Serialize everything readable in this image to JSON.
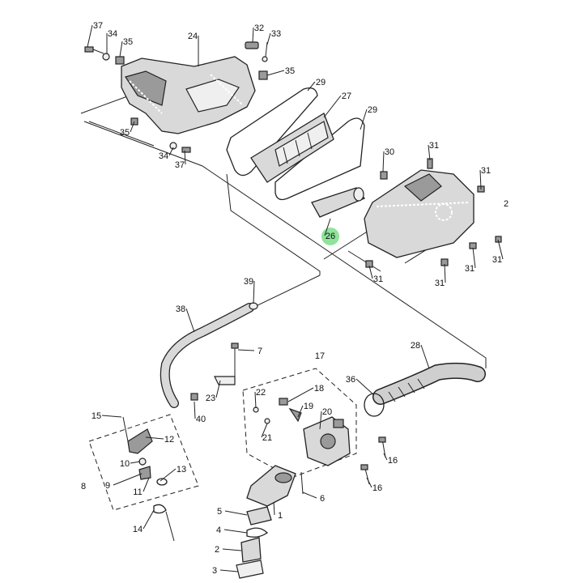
{
  "diagram": {
    "type": "exploded-parts-view",
    "highlighted_part": "26",
    "highlight_color": "#8fe39a",
    "line_color": "#222222",
    "part_color": "#d9d9d9",
    "callouts": [
      {
        "id": "c37a",
        "label": "37"
      },
      {
        "id": "c34a",
        "label": "34"
      },
      {
        "id": "c35a",
        "label": "35"
      },
      {
        "id": "c24",
        "label": "24"
      },
      {
        "id": "c32",
        "label": "32"
      },
      {
        "id": "c33",
        "label": "33"
      },
      {
        "id": "c35b",
        "label": "35"
      },
      {
        "id": "c29a",
        "label": "29"
      },
      {
        "id": "c27",
        "label": "27"
      },
      {
        "id": "c29b",
        "label": "29"
      },
      {
        "id": "c35c",
        "label": "35"
      },
      {
        "id": "c34b",
        "label": "34"
      },
      {
        "id": "c37b",
        "label": "37"
      },
      {
        "id": "c30",
        "label": "30"
      },
      {
        "id": "c31a",
        "label": "31"
      },
      {
        "id": "c31b",
        "label": "31"
      },
      {
        "id": "c2x",
        "label": "2"
      },
      {
        "id": "c26",
        "label": "26"
      },
      {
        "id": "c31c",
        "label": "31"
      },
      {
        "id": "c31d",
        "label": "31"
      },
      {
        "id": "c31e",
        "label": "31"
      },
      {
        "id": "c31f",
        "label": "31"
      },
      {
        "id": "c39",
        "label": "39"
      },
      {
        "id": "c38",
        "label": "38"
      },
      {
        "id": "c7",
        "label": "7"
      },
      {
        "id": "c28",
        "label": "28"
      },
      {
        "id": "c17",
        "label": "17"
      },
      {
        "id": "c36",
        "label": "36"
      },
      {
        "id": "c22",
        "label": "22"
      },
      {
        "id": "c18",
        "label": "18"
      },
      {
        "id": "c19",
        "label": "19"
      },
      {
        "id": "c23",
        "label": "23"
      },
      {
        "id": "c20",
        "label": "20"
      },
      {
        "id": "c21",
        "label": "21"
      },
      {
        "id": "c40",
        "label": "40"
      },
      {
        "id": "c15",
        "label": "15"
      },
      {
        "id": "c12",
        "label": "12"
      },
      {
        "id": "c10",
        "label": "10"
      },
      {
        "id": "c13",
        "label": "13"
      },
      {
        "id": "c9",
        "label": "9"
      },
      {
        "id": "c8",
        "label": "8"
      },
      {
        "id": "c11",
        "label": "11"
      },
      {
        "id": "c16a",
        "label": "16"
      },
      {
        "id": "c16b",
        "label": "16"
      },
      {
        "id": "c6",
        "label": "6"
      },
      {
        "id": "c1",
        "label": "1"
      },
      {
        "id": "c5",
        "label": "5"
      },
      {
        "id": "c14",
        "label": "14"
      },
      {
        "id": "c4",
        "label": "4"
      },
      {
        "id": "c2",
        "label": "2"
      },
      {
        "id": "c3",
        "label": "3"
      }
    ]
  }
}
